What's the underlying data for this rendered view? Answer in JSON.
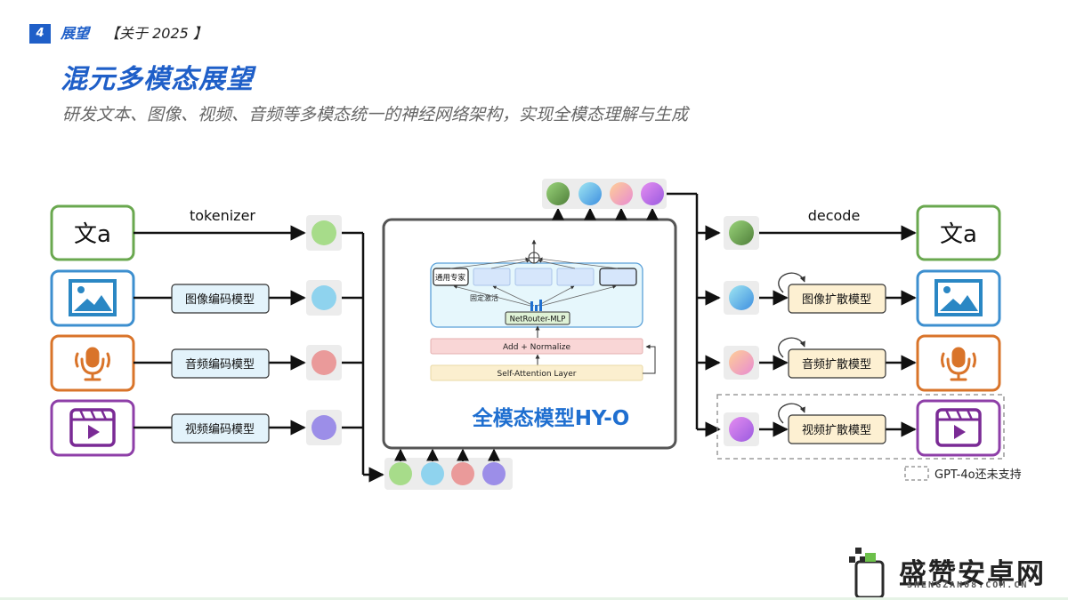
{
  "header": {
    "page_number": "4",
    "section": "展望",
    "crumb": "【关于 2025 】",
    "title": "混元多模态展望",
    "subtitle": "研发文本、图像、视频、音频等多模态统一的神经网络架构，实现全模态理解与生成"
  },
  "inputs": {
    "tokenizer_label": "tokenizer",
    "text_icon_label": "文a",
    "encoders": [
      "图像编码模型",
      "音频编码模型",
      "视频编码模型"
    ]
  },
  "model": {
    "name": "全模态模型HY-O",
    "expert_label": "通用专家",
    "activation_label": "固定激活",
    "router_label": "NetRouter-MLP",
    "norm_label": "Add + Normalize",
    "attention_label": "Self-Attention Layer"
  },
  "outputs": {
    "decode_label": "decode",
    "text_icon_label": "文a",
    "decoders": [
      "图像扩散模型",
      "音频扩散模型",
      "视频扩散模型"
    ],
    "legend": "GPT-4o还未支持"
  },
  "colors": {
    "accent": "#1f5fc8",
    "text_border": "#6aa84f",
    "image_border": "#3d8fcf",
    "audio_border": "#d9742a",
    "video_border": "#8e3fa8",
    "token_green": "#a7dc8a",
    "token_blue": "#8fd3ee",
    "token_red": "#ea9a9a",
    "token_purple": "#9c8ee8"
  },
  "icons": [
    "image-icon",
    "microphone-icon",
    "video-clapper-icon",
    "sum-circle-icon",
    "router-icon"
  ],
  "watermark": {
    "text": "盛赞安卓网",
    "url": "SHENGZAN08.COM.CN"
  }
}
